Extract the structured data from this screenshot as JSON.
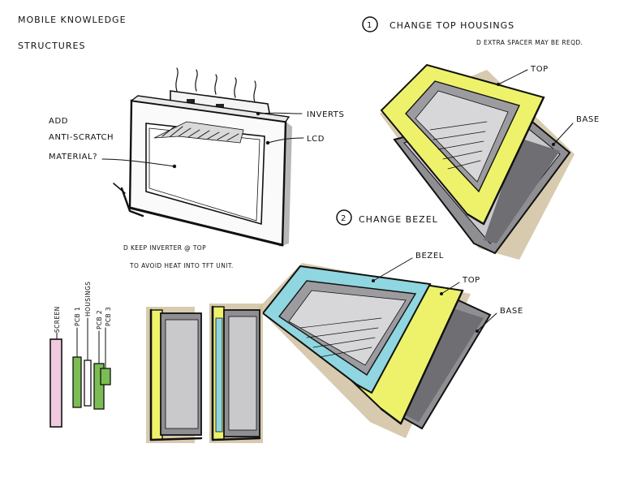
{
  "title": {
    "line1": "Mobile Knowledge",
    "line2": "Structures"
  },
  "option1": {
    "number": "1",
    "heading": "Change Top Housings",
    "note": "D Extra spacer may be reqd."
  },
  "option2": {
    "number": "2",
    "heading": "Change Bezel"
  },
  "sketch_main_labels": {
    "inverts": "Inverts",
    "lcd": "LCD",
    "add_line1": "Add",
    "add_line2": "Anti-scratch",
    "add_line3": "Material?"
  },
  "sketch_top_right_labels": {
    "top": "Top",
    "base": "Base"
  },
  "sketch_bottom_right_labels": {
    "bezel": "Bezel",
    "top": "Top",
    "base": "Base"
  },
  "inverter_note": {
    "line1": "D Keep inverter @ top",
    "line2": "to avoid heat into TFT unit."
  },
  "stack_labels": [
    "Screen",
    "PCB 1",
    "Housings",
    "PCB 2",
    "PCB 3"
  ],
  "colors": {
    "ink": "#111111",
    "yellow": "#eef26a",
    "cyan": "#8fd6e0",
    "grey": "#8f8f93",
    "pink": "#f1c9df",
    "green": "#7bbd54",
    "shadow": "#cdbd9a"
  }
}
